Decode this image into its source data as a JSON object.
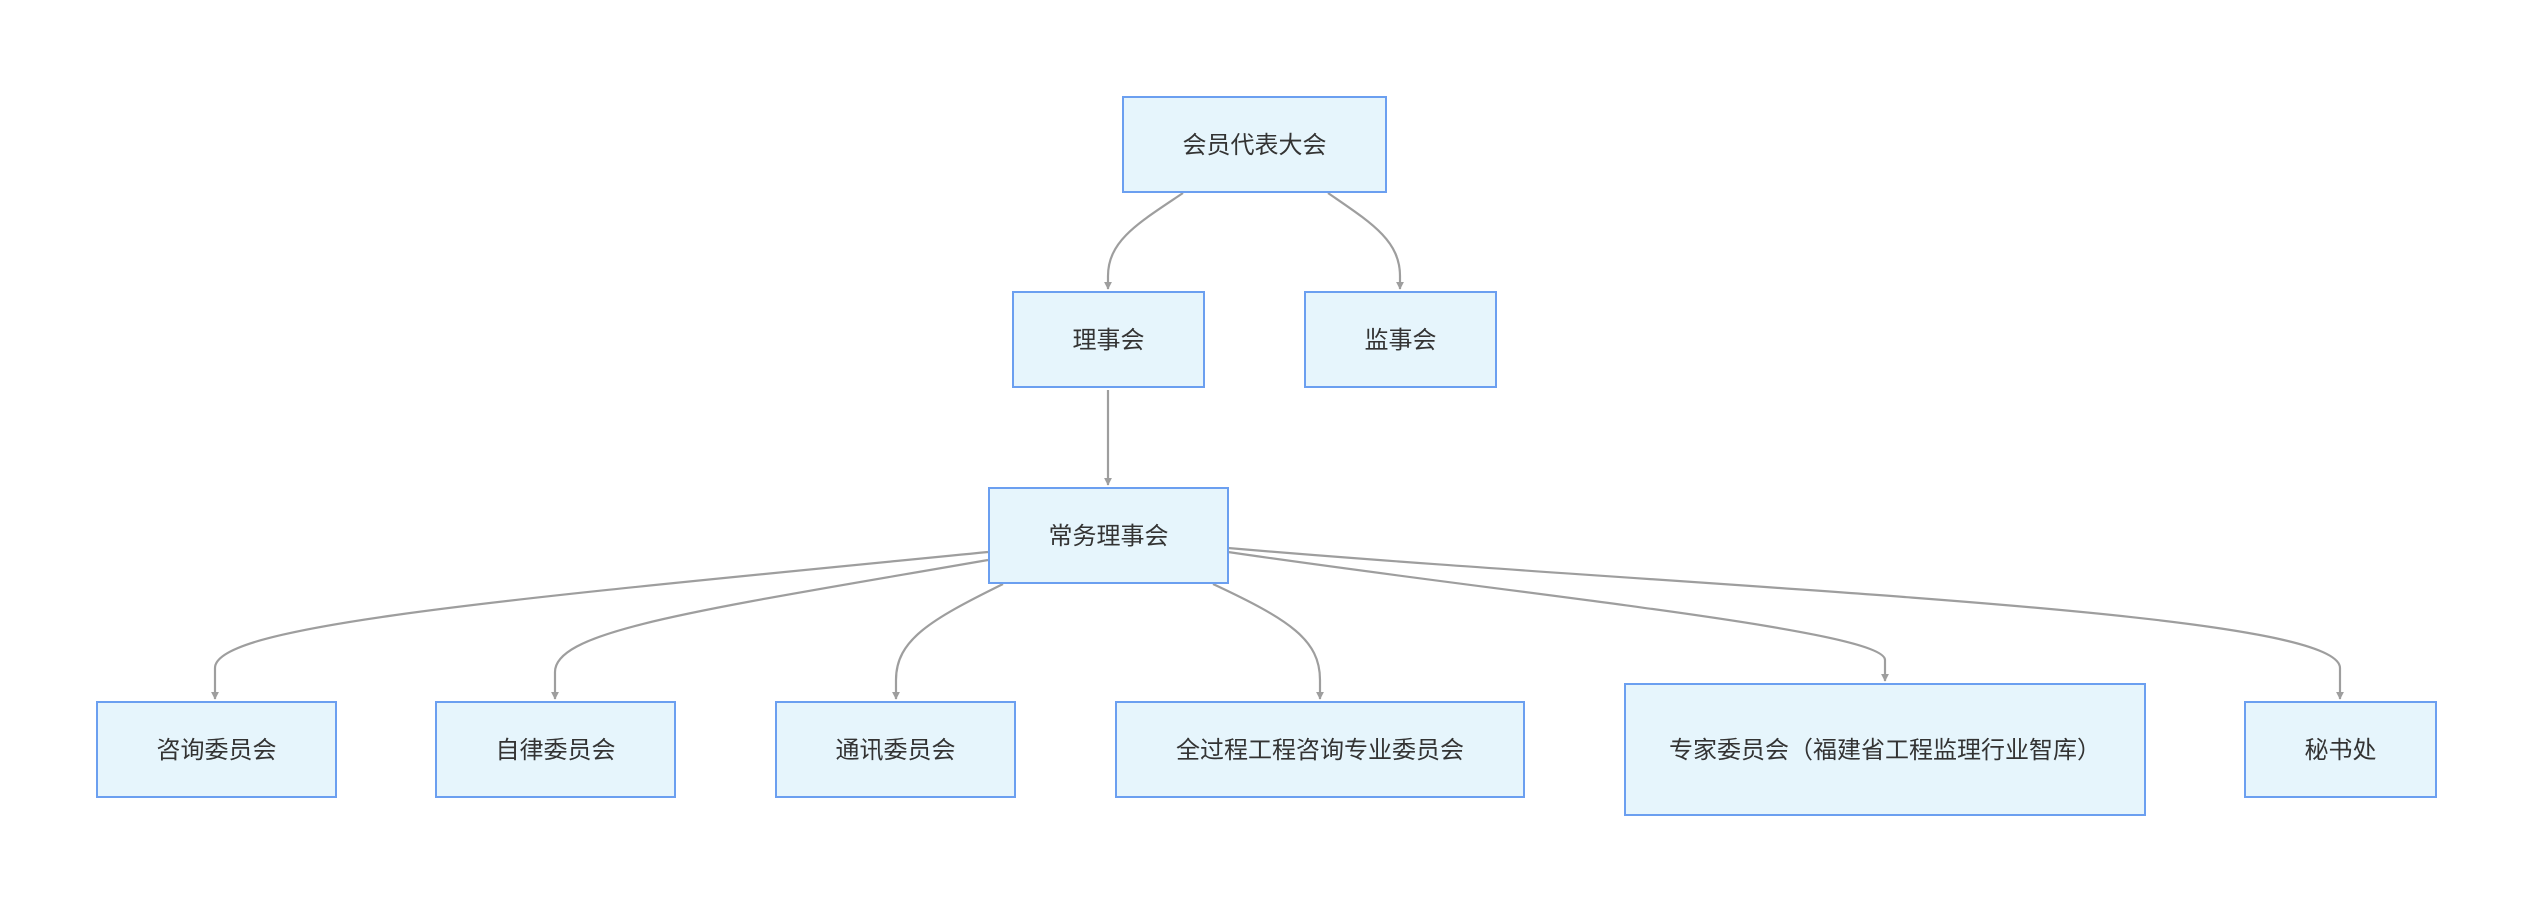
{
  "diagram": {
    "nodes": {
      "general_assembly": "会员代表大会",
      "council": "理事会",
      "supervisory_board": "监事会",
      "standing_council": "常务理事会",
      "consulting_committee": "咨询委员会",
      "self_discipline_committee": "自律委员会",
      "communication_committee": "通讯委员会",
      "whole_process_committee": "全过程工程咨询专业委员会",
      "expert_committee": "专家委员会（福建省工程监理行业智库）",
      "secretariat": "秘书处"
    },
    "colors": {
      "node_fill": "#e6f5fc",
      "node_border": "#6b9ff0",
      "edge": "#9e9e9e",
      "text": "#333333"
    },
    "edges": [
      [
        "general_assembly",
        "council"
      ],
      [
        "general_assembly",
        "supervisory_board"
      ],
      [
        "council",
        "standing_council"
      ],
      [
        "standing_council",
        "consulting_committee"
      ],
      [
        "standing_council",
        "self_discipline_committee"
      ],
      [
        "standing_council",
        "communication_committee"
      ],
      [
        "standing_council",
        "whole_process_committee"
      ],
      [
        "standing_council",
        "expert_committee"
      ],
      [
        "standing_council",
        "secretariat"
      ]
    ]
  }
}
